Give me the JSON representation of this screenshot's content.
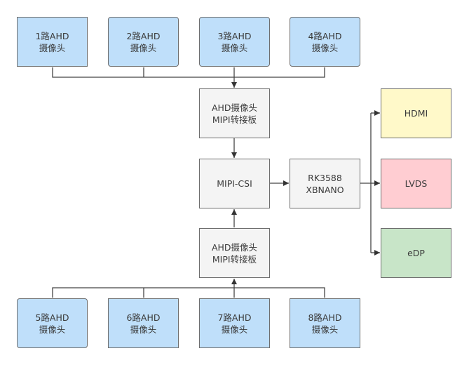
{
  "colors": {
    "camera_fill": "#bfdffa",
    "processing_fill": "#f4f4f4",
    "hdmi_fill": "#fff9c9",
    "lvds_fill": "#ffcdd2",
    "edp_fill": "#c8e5c8",
    "border": "#6e6e6e",
    "line": "#3c3c3c"
  },
  "cameras_top": [
    {
      "label": "1路AHD\n摄像头"
    },
    {
      "label": "2路AHD\n摄像头"
    },
    {
      "label": "3路AHD\n摄像头"
    },
    {
      "label": "4路AHD\n摄像头"
    }
  ],
  "cameras_bottom": [
    {
      "label": "5路AHD\n摄像头"
    },
    {
      "label": "6路AHD\n摄像头"
    },
    {
      "label": "7路AHD\n摄像头"
    },
    {
      "label": "8路AHD\n摄像头"
    }
  ],
  "converter_top": {
    "label": "AHD摄像头\nMIPI转接板"
  },
  "converter_bottom": {
    "label": "AHD摄像头\nMIPI转接板"
  },
  "mipi_csi": {
    "label": "MIPI-CSI"
  },
  "processor": {
    "label": "RK3588\nXBNANO"
  },
  "outputs": [
    {
      "label": "HDMI"
    },
    {
      "label": "LVDS"
    },
    {
      "label": "eDP"
    }
  ]
}
